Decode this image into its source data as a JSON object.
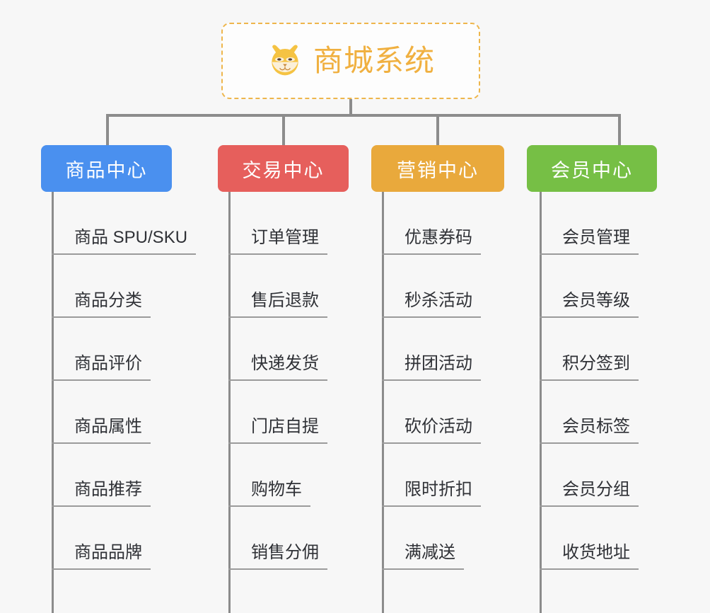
{
  "diagram": {
    "title": "商城系统",
    "type": "mindmap",
    "background_color": "#f7f7f7",
    "root": {
      "label": "商城系统",
      "icon": "shiba-dog-face-icon",
      "text_color": "#f0b040",
      "border_color": "#eeb64c",
      "background_color": "#fdfdfd"
    },
    "connector_color": "#8c8c8c",
    "branches": [
      {
        "id": "product-center",
        "label": "商品中心",
        "color": "#4a90ef",
        "items": [
          "商品 SPU/SKU",
          "商品分类",
          "商品评价",
          "商品属性",
          "商品推荐",
          "商品品牌"
        ]
      },
      {
        "id": "trade-center",
        "label": "交易中心",
        "color": "#e65f5c",
        "items": [
          "订单管理",
          "售后退款",
          "快递发货",
          "门店自提",
          "购物车",
          "销售分佣"
        ]
      },
      {
        "id": "marketing-center",
        "label": "营销中心",
        "color": "#e9a93c",
        "items": [
          "优惠券码",
          "秒杀活动",
          "拼团活动",
          "砍价活动",
          "限时折扣",
          "满减送"
        ]
      },
      {
        "id": "member-center",
        "label": "会员中心",
        "color": "#76bf45",
        "items": [
          "会员管理",
          "会员等级",
          "积分签到",
          "会员标签",
          "会员分组",
          "收货地址"
        ]
      }
    ]
  }
}
